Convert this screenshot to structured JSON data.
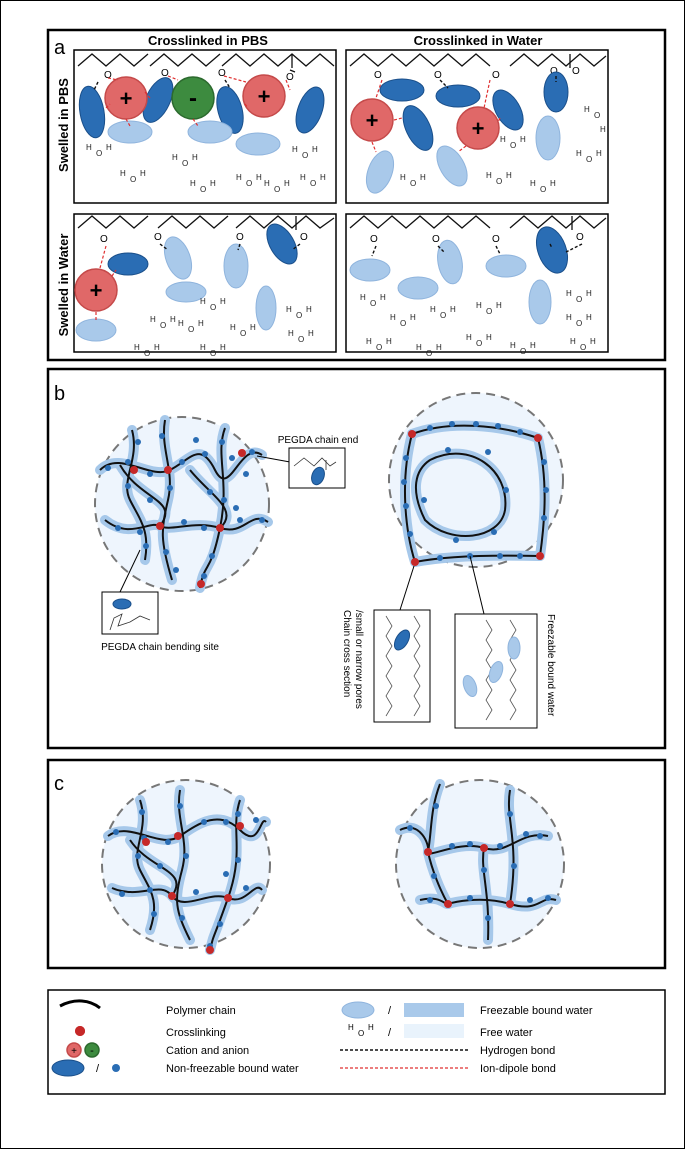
{
  "panel_a": {
    "label": "a",
    "col_pbs": "Crosslinked in PBS",
    "col_water": "Crosslinked in Water",
    "row_pbs": "Swelled in PBS",
    "row_water": "Swelled in Water",
    "atom_o": "O",
    "atom_h": "H",
    "plus": "+",
    "minus": "-"
  },
  "panel_b": {
    "label": "b",
    "chain_end": "PEGDA chain end",
    "bending_site": "PEGDA chain bending site",
    "cross_section_1": "Chain cross section",
    "cross_section_2": "/small or narrow pores",
    "freezable": "Freezable bound water"
  },
  "panel_c": {
    "label": "c"
  },
  "legend": {
    "polymer_chain": "Polymer chain",
    "crosslinking": "Crosslinking",
    "cation_anion": "Cation and anion",
    "nonfreezable": "Non-freezable bound water",
    "freezable": "Freezable bound water",
    "free_water": "Free water",
    "hbond": "Hydrogen bond",
    "iondipole": "Ion-dipole bond",
    "slash": "/"
  },
  "colors": {
    "nonfreezable_water": "#2a6db4",
    "freezable_water": "#a9c9ea",
    "free_water": "#e9f3fc",
    "cation": "#e06868",
    "anion": "#3d8b3f",
    "crosslink": "#c62828",
    "ion_dipole": "#e03030"
  }
}
